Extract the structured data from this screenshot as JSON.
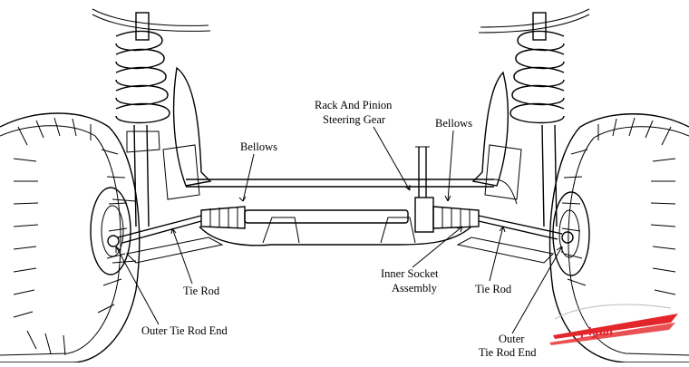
{
  "diagram": {
    "labels": {
      "bellows_left": "Bellows",
      "bellows_right": "Bellows",
      "rack_line1": "Rack And Pinion",
      "rack_line2": "Steering Gear",
      "tie_rod_left": "Tie Rod",
      "tie_rod_right": "Tie Rod",
      "inner_socket_line1": "Inner Socket",
      "inner_socket_line2": "Assembly",
      "outer_left": "Outer Tie Rod End",
      "outer_right_line1": "Outer",
      "outer_right_line2": "Tie Rod End"
    },
    "watermark": {
      "brand_text": "اسرام",
      "color": "#e3262b"
    }
  }
}
